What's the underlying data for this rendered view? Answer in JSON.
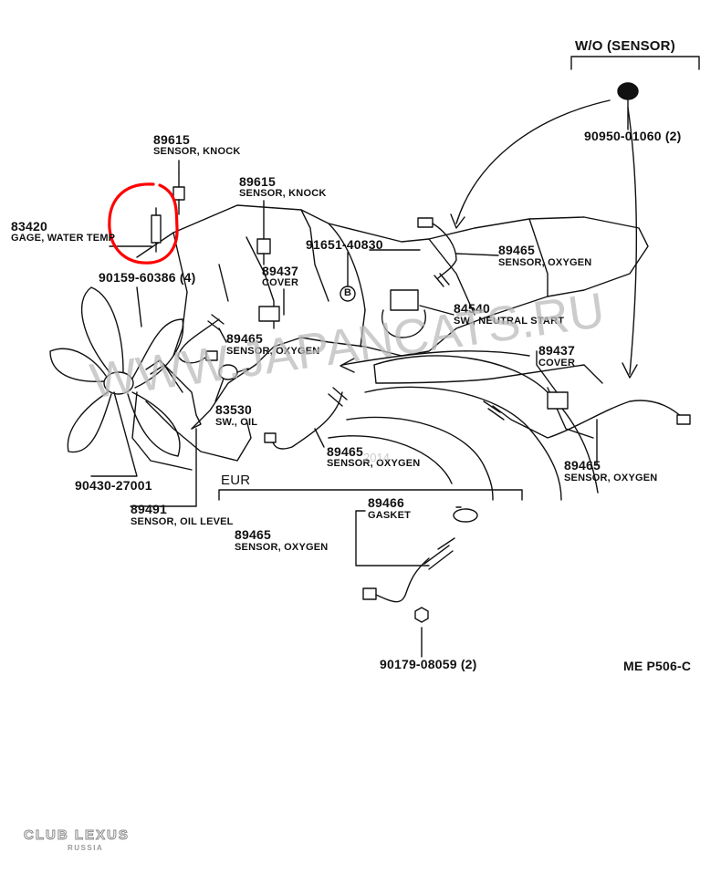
{
  "header": {
    "wo_sensor": "W/O (SENSOR)",
    "eur": "EUR"
  },
  "parts": {
    "knock1": {
      "num": "89615",
      "desc": "SENSOR, KNOCK"
    },
    "knock2": {
      "num": "89615",
      "desc": "SENSOR, KNOCK"
    },
    "water_temp": {
      "num": "83420",
      "desc": "GAGE, WATER TEMP"
    },
    "bolt1": {
      "num": "90159-60386 (4)"
    },
    "clamp": {
      "num": "91651-40830"
    },
    "oxy_top": {
      "num": "89465",
      "desc": "SENSOR, OXYGEN"
    },
    "cover_left": {
      "num": "89437",
      "desc": "COVER"
    },
    "neutral": {
      "num": "84540",
      "desc": "SW., NEUTRAL START"
    },
    "oxy_left": {
      "num": "89465",
      "desc": "SENSOR, OXYGEN"
    },
    "cover_right": {
      "num": "89437",
      "desc": "COVER"
    },
    "oil_sw": {
      "num": "83530",
      "desc": "SW., OIL"
    },
    "oxy_mid": {
      "num": "89465",
      "desc": "SENSOR, OXYGEN"
    },
    "oxy_right": {
      "num": "89465",
      "desc": "SENSOR, OXYGEN"
    },
    "gasket_fan": {
      "num": "90430-27001"
    },
    "oil_level": {
      "num": "89491",
      "desc": "SENSOR, OIL LEVEL"
    },
    "plug": {
      "num": "90950-01060 (2)"
    },
    "gasket": {
      "num": "89466",
      "desc": "GASKET"
    },
    "oxy_eur": {
      "num": "89465",
      "desc": "SENSOR, OXYGEN"
    },
    "nut": {
      "num": "90179-08059 (2)"
    }
  },
  "marker_b": "B",
  "page_code": "ME P506-C",
  "watermark": "WWW.JAPANCATS.RU",
  "date_stamp": "2014",
  "logo": {
    "main": "CLUB LEXUS",
    "sub": "RUSSIA"
  },
  "colors": {
    "highlight": "#ff0000",
    "ink": "#111111",
    "watermark": "#bbbbbb"
  }
}
